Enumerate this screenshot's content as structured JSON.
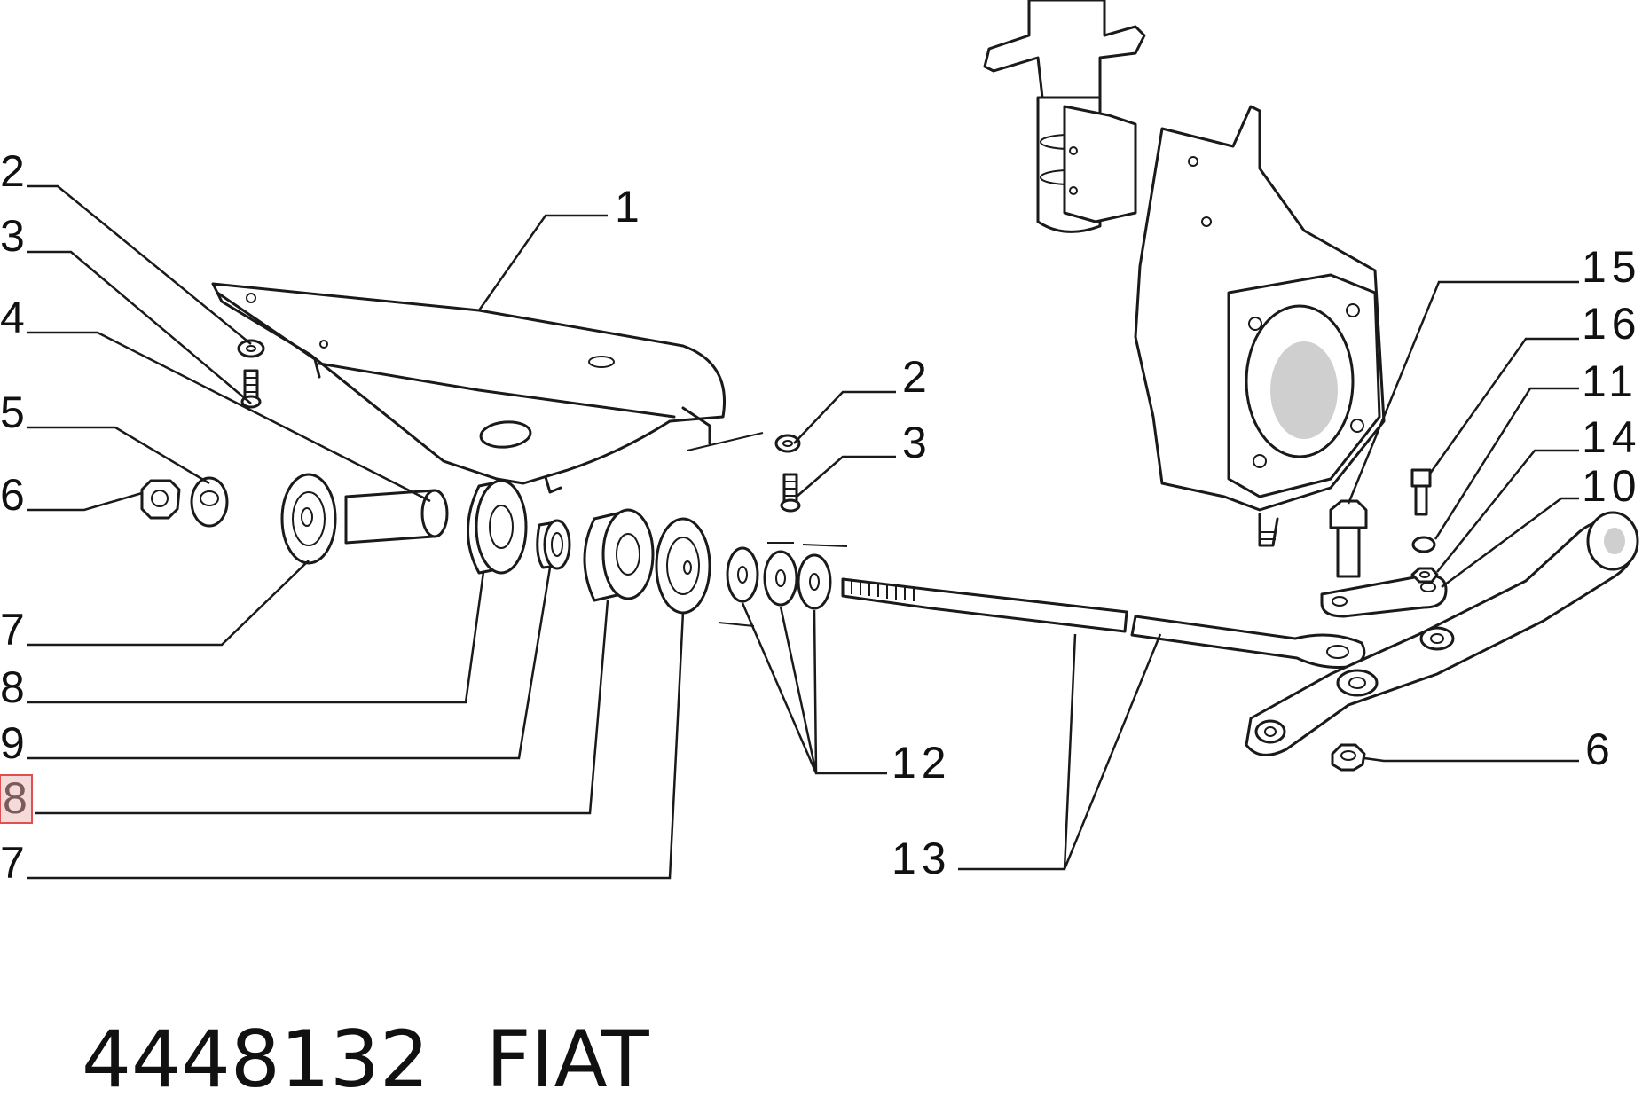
{
  "callouts": {
    "c1": "1",
    "c2a": "2",
    "c3a": "3",
    "c4": "4",
    "c5": "5",
    "c6a": "6",
    "c7a": "7",
    "c8a": "8",
    "c9": "9",
    "c8b": "8",
    "c7b": "7",
    "c2b": "2",
    "c3b": "3",
    "c15": "15",
    "c16": "16",
    "c11": "11",
    "c14": "14",
    "c10": "10",
    "c12": "12",
    "c6b": "6",
    "c13": "13"
  },
  "caption": {
    "part_number": "4448132",
    "brand": "FIAT"
  },
  "colors": {
    "highlight_border": "#e05050",
    "highlight_fill": "#f5dada",
    "line": "#1a1a1a"
  }
}
